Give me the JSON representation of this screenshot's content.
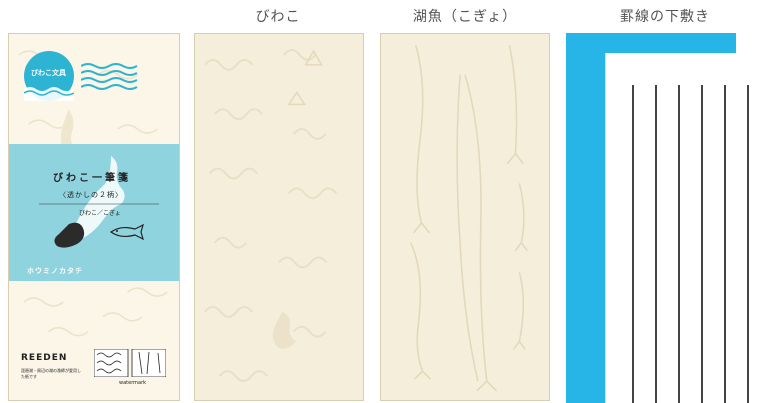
{
  "labels": {
    "biwako": "びわこ",
    "kogyo": "湖魚（こぎょ）",
    "shitajiki": "罫線の下敷き"
  },
  "package": {
    "stamp_text": "びわこ文具",
    "title": "びわこ一筆箋",
    "subtitle": "〈透かしの２柄〉",
    "subtitle2": "びわこ／こぎょ",
    "brand": "ホウミノカタチ",
    "maker": "REEDEN",
    "note": "琵琶湖・周辺の湖の漁師が愛用した紙です",
    "watermark": "watermark"
  },
  "colors": {
    "paper": "#f5eedb",
    "band": "#8fd3de",
    "blue": "#27b4e6"
  }
}
